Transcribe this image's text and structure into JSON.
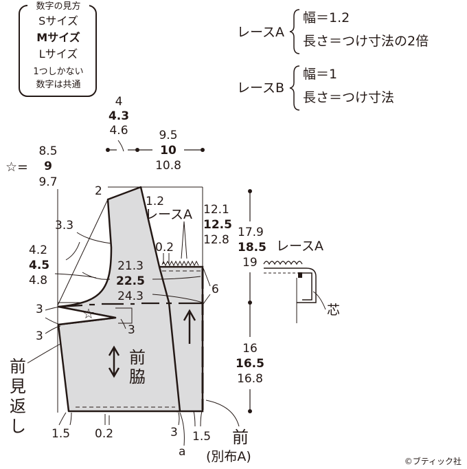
{
  "legend": {
    "title": "数字の見方",
    "lines": [
      "Sサイズ",
      "Mサイズ",
      "Lサイズ"
    ],
    "note_lines": [
      "1つしかない",
      "数字は共通"
    ]
  },
  "lace_a": {
    "label": "レースA",
    "width": "幅＝1.2",
    "length": "長さ＝つけ寸法の2倍"
  },
  "lace_b": {
    "label": "レースB",
    "width": "幅＝1",
    "length": "長さ＝つけ寸法"
  },
  "star": {
    "symbol": "☆=",
    "values": [
      "8.5",
      "9",
      "9.7"
    ]
  },
  "neck_width": [
    "4",
    "4.3",
    "4.6"
  ],
  "shoulder_width": [
    "9.5",
    "10",
    "10.8"
  ],
  "left_dims": {
    "top": "2",
    "neck_curve": "3.3",
    "armhole_drop": [
      "4.2",
      "4.5",
      "4.8"
    ],
    "dart_upper": "3",
    "dart_lower": "3",
    "dart_inner": "3",
    "bottom_left": "1.5",
    "bottom_gap": "0.2"
  },
  "mid_dims": {
    "shoulder": "1.2",
    "lace_label": "レースA",
    "lace_gap": "0.2",
    "width": [
      "21.3",
      "22.5",
      "24.3"
    ],
    "side": "6"
  },
  "right_dims": {
    "upper": [
      "12.1",
      "12.5",
      "12.8"
    ],
    "total": [
      "17.9",
      "18.5",
      "19"
    ],
    "lower": [
      "16",
      "16.5",
      "16.8"
    ],
    "bottom_3": "3",
    "bottom_15": "1.5",
    "bottom_a": "a"
  },
  "pieces": {
    "facing": [
      "前",
      "見",
      "返",
      "し"
    ],
    "side_front": [
      "前",
      "脇"
    ],
    "front": "前",
    "front_sub": "(別布A)"
  },
  "detail": {
    "lace_label": "レースA",
    "interfacing": "芯"
  },
  "copyright": "©ブティック社"
}
